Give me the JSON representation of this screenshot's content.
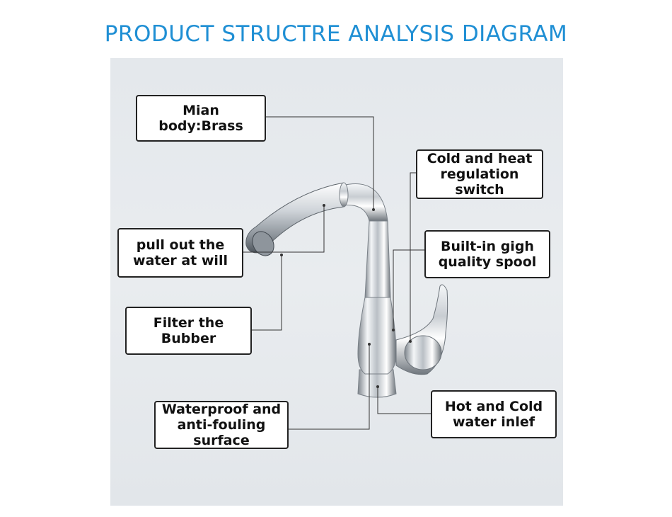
{
  "title": "PRODUCT STRUCTRE ANALYSIS DIAGRAM",
  "labels": {
    "main_body": "Mian body:Brass",
    "regulation_switch": "Cold and heat\nregulation switch",
    "pull_out": "pull out the\nwater at will",
    "spool": "Built-in gigh\nquality spool",
    "filter": "Filter the Bubber",
    "surface": "Waterproof and\nanti-fouling surface",
    "inlet": "Hot and Cold\nwater inlef"
  }
}
